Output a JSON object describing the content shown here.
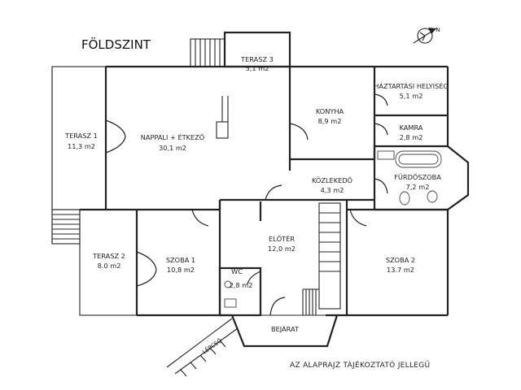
{
  "title": "FÖLDSZINT",
  "note": "AZ ALAPRAJZ TÁJÉKOZTATÓ JELLEGŰ",
  "entrance_label": "BEJÁRAT",
  "steps_label": "LÉPCSŐ",
  "compass_icon": "north-arrow-icon",
  "rooms": [
    {
      "name": "TERASZ 3",
      "area": "5,1 m2"
    },
    {
      "name": "HÁZTARTÁSI HELYISÉG",
      "area": "5,1 m2"
    },
    {
      "name": "KONYHA",
      "area": "8,9 m2"
    },
    {
      "name": "KAMRA",
      "area": "2,8 m2"
    },
    {
      "name": "TERASZ 1",
      "area": "11,3 m2"
    },
    {
      "name": "NAPPALI + ÉTKEZŐ",
      "area": "30,1 m2"
    },
    {
      "name": "FÜRDŐSZOBA",
      "area": "7,2 m2"
    },
    {
      "name": "KÖZLEKEDŐ",
      "area": "4,3 m2"
    },
    {
      "name": "ELŐTÉR",
      "area": "12,0 m2"
    },
    {
      "name": "TERASZ 2",
      "area": "8.0 m2"
    },
    {
      "name": "SZOBA 1",
      "area": "10,8 m2"
    },
    {
      "name": "SZOBA 2",
      "area": "13.7 m2"
    },
    {
      "name": "WC",
      "area": "2,8 m2"
    }
  ]
}
